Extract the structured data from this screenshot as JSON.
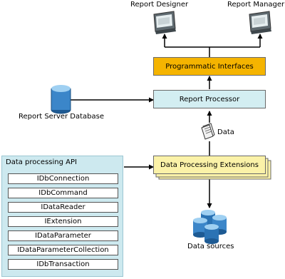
{
  "clients": {
    "designer_label": "Report Designer",
    "manager_label": "Report Manager"
  },
  "boxes": {
    "programmatic_interfaces": "Programmatic Interfaces",
    "report_processor": "Report Processor",
    "data_processing_extensions": "Data Processing Extensions"
  },
  "database_label": "Report Server Database",
  "data_label": "Data",
  "data_sources_label": "Data sources",
  "api": {
    "title": "Data processing API",
    "items": [
      "IDbConnection",
      "IDbCommand",
      "IDataReader",
      "IExtension",
      "IDataParameter",
      "IDataParameterCollection",
      "IDbTransaction"
    ]
  },
  "colors": {
    "programmatic_interfaces_fill": "#f5b400",
    "report_processor_fill": "#d3eef2",
    "extensions_fill": "#fbf2a8",
    "api_panel_fill": "#cde9ef"
  }
}
